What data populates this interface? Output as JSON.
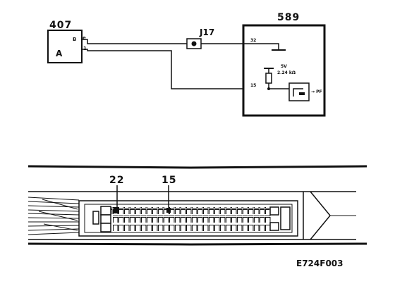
{
  "schematic": {
    "component_left": {
      "id": "407",
      "inner_label": "A",
      "pin_top": "B",
      "pin_bottom": "1"
    },
    "connector": {
      "id": "J17"
    },
    "component_right": {
      "id": "589",
      "pin_top": "32",
      "pin_mid": "15",
      "supply_voltage": "5V",
      "resistor_value": "2.24 kΩ",
      "output_label": "→ PF"
    }
  },
  "connector_view": {
    "pin_a_label": "22",
    "pin_b_label": "15"
  },
  "figure_code": "E724F003",
  "colors": {
    "ink": "#111111",
    "background": "#ffffff"
  }
}
